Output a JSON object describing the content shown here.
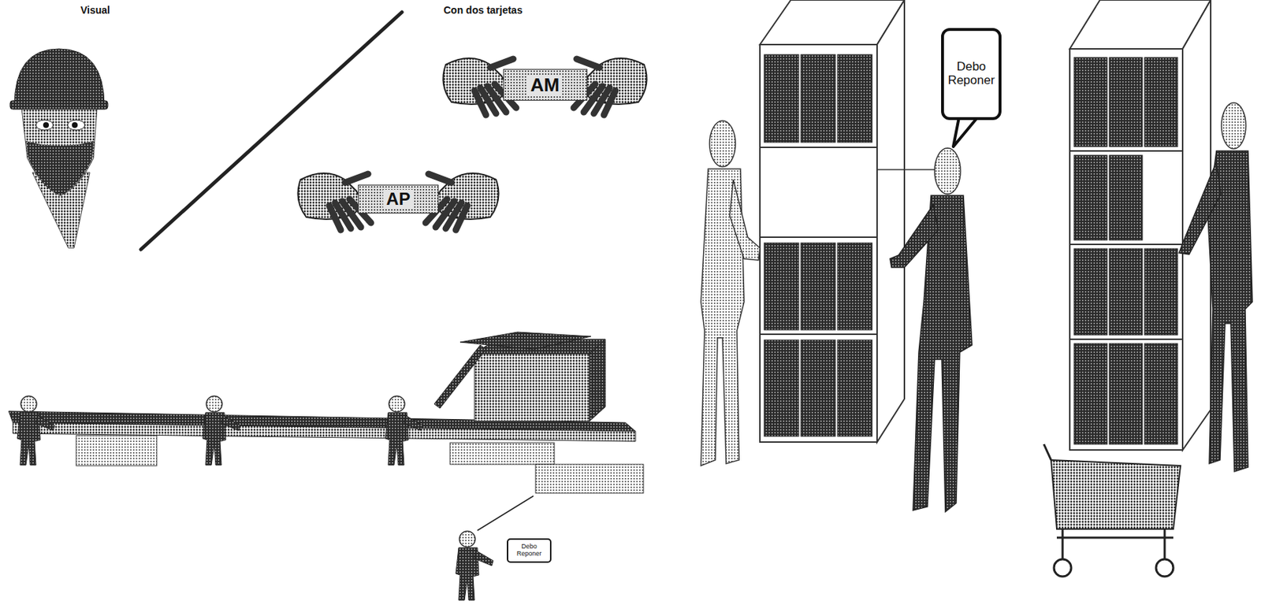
{
  "diagram": {
    "nodes": [
      {
        "text": [
          "AM"
        ]
      },
      {
        "text": [
          "AP"
        ]
      },
      {
        "text": [
          "Debo Reponer"
        ]
      },
      {
        "text": [
          "Debo Reponer"
        ]
      }
    ],
    "labels": [
      "Visual",
      "Con dos tarjetas"
    ]
  }
}
